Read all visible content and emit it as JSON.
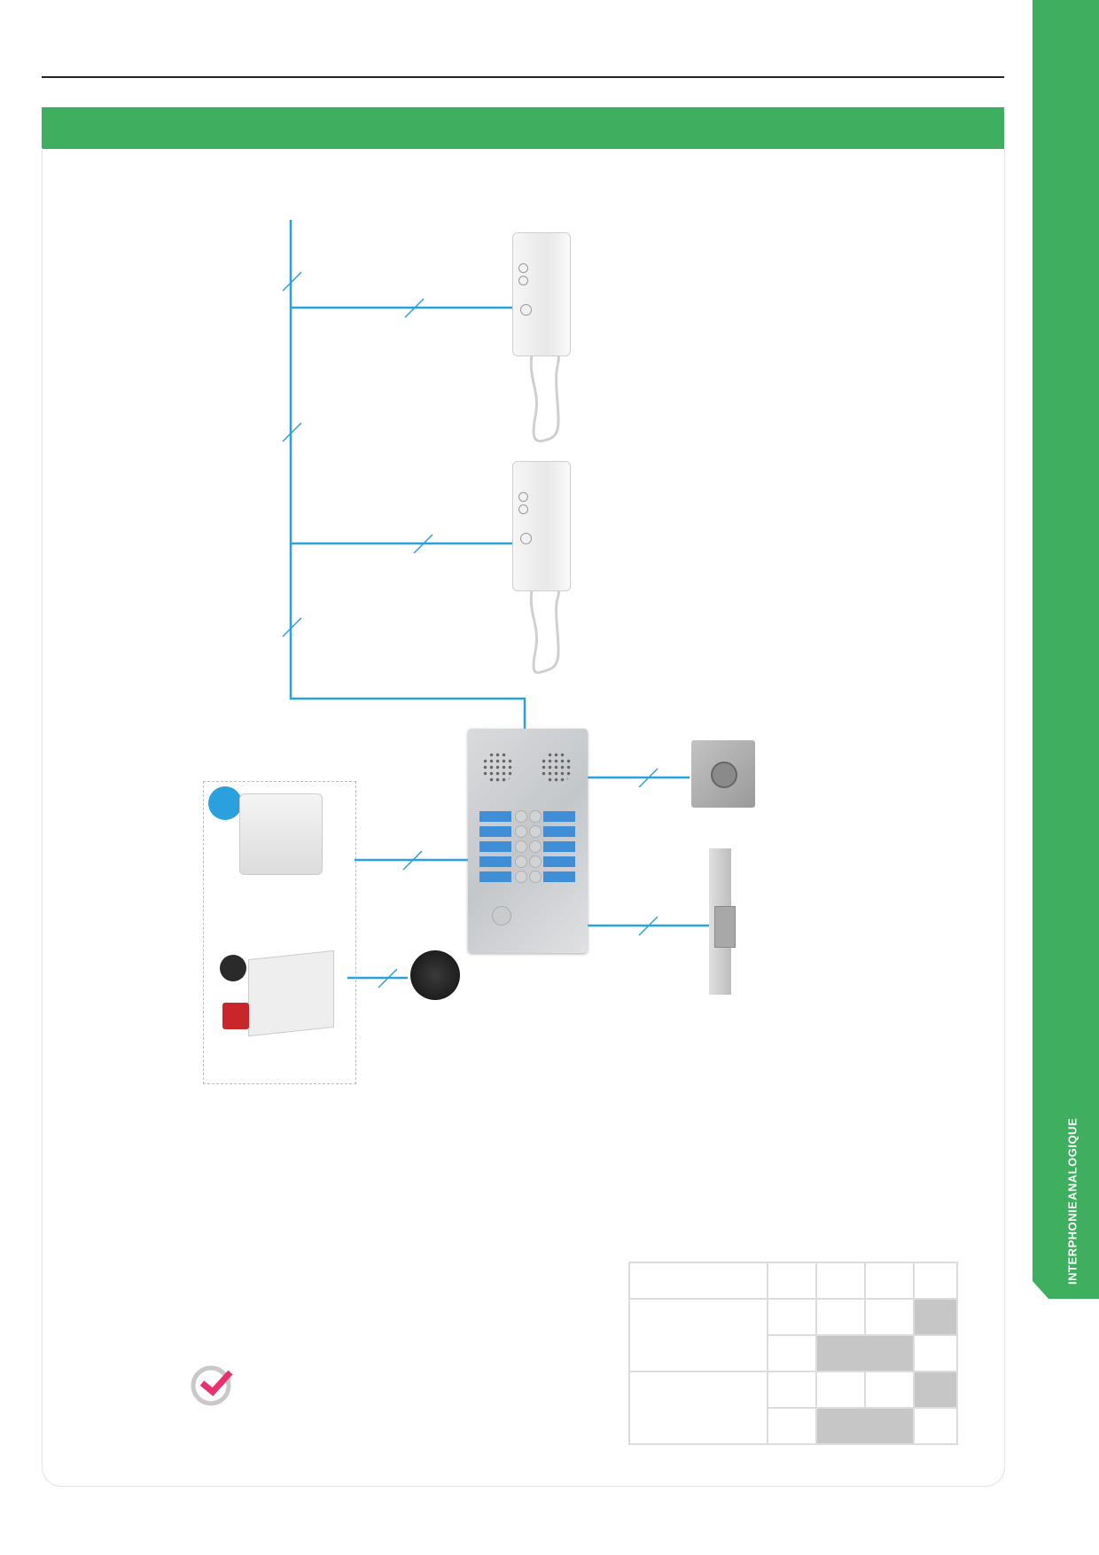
{
  "sidebar": {
    "label_line1": "INTERPHONIE",
    "label_line2": "ANALOGIQUE"
  },
  "colors": {
    "brand_green": "#3daf5e",
    "wire_blue": "#2aa0dc",
    "check_pink": "#e6336f"
  },
  "table": {
    "rows": 4,
    "columns": 5
  }
}
